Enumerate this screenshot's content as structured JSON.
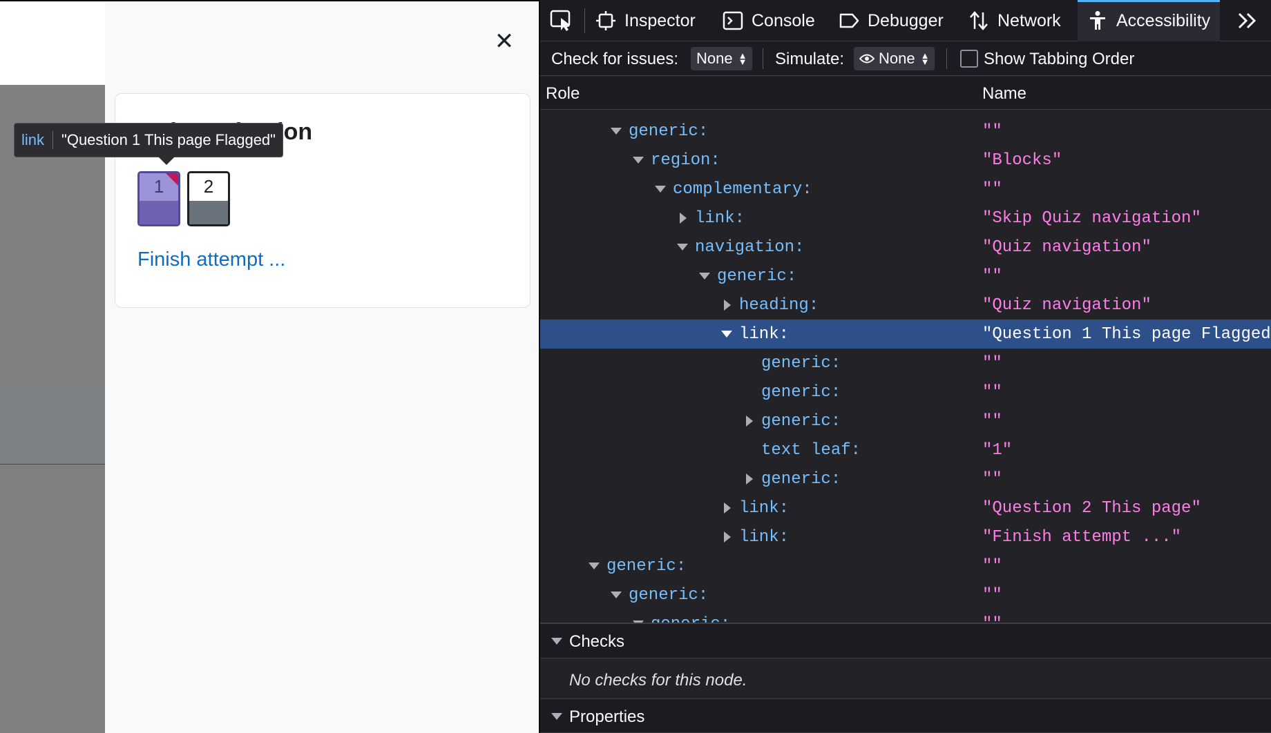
{
  "page": {
    "close_icon": "close-icon",
    "nav_card_title": "Quiz navigation",
    "questions": [
      {
        "number": "1",
        "flagged": true
      },
      {
        "number": "2",
        "flagged": false
      }
    ],
    "finish_link": "Finish attempt ...",
    "tooltip": {
      "role": "link",
      "name": "\"Question 1 This page Flagged\""
    }
  },
  "devtools": {
    "tabs": [
      {
        "label": "Inspector",
        "icon": "inspector-icon"
      },
      {
        "label": "Console",
        "icon": "console-icon"
      },
      {
        "label": "Debugger",
        "icon": "debugger-icon"
      },
      {
        "label": "Network",
        "icon": "network-icon"
      },
      {
        "label": "Accessibility",
        "icon": "accessibility-icon",
        "selected": true
      }
    ],
    "overflow_icon": "chevron-double-right-icon",
    "toolbar": {
      "check_label": "Check for issues:",
      "check_value": "None",
      "simulate_label": "Simulate:",
      "simulate_value": "None",
      "tabbing_label": "Show Tabbing Order"
    },
    "columns": {
      "role": "Role",
      "name": "Name"
    },
    "tree": [
      {
        "role": "generic:",
        "name": "",
        "level": 4,
        "twisty": "open",
        "partial": true
      },
      {
        "role": "generic:",
        "name": "\"\"",
        "level": 4,
        "twisty": "open"
      },
      {
        "role": "region:",
        "name": "\"Blocks\"",
        "level": 5,
        "twisty": "open"
      },
      {
        "role": "complementary:",
        "name": "\"\"",
        "level": 6,
        "twisty": "open"
      },
      {
        "role": "link:",
        "name": "\"Skip Quiz navigation\"",
        "level": 7,
        "twisty": "closed"
      },
      {
        "role": "navigation:",
        "name": "\"Quiz navigation\"",
        "level": 7,
        "twisty": "open"
      },
      {
        "role": "generic:",
        "name": "\"\"",
        "level": 8,
        "twisty": "open"
      },
      {
        "role": "heading:",
        "name": "\"Quiz navigation\"",
        "level": 9,
        "twisty": "closed"
      },
      {
        "role": "link:",
        "name": "\"Question 1 This page Flagged\"",
        "level": 9,
        "twisty": "open",
        "selected": true
      },
      {
        "role": "generic:",
        "name": "\"\"",
        "level": 10,
        "twisty": "none"
      },
      {
        "role": "generic:",
        "name": "\"\"",
        "level": 10,
        "twisty": "none"
      },
      {
        "role": "generic:",
        "name": "\"\"",
        "level": 10,
        "twisty": "closed"
      },
      {
        "role": "text leaf:",
        "name": "\"1\"",
        "level": 10,
        "twisty": "none"
      },
      {
        "role": "generic:",
        "name": "\"\"",
        "level": 10,
        "twisty": "closed"
      },
      {
        "role": "link:",
        "name": "\"Question 2 This page\"",
        "level": 9,
        "twisty": "closed"
      },
      {
        "role": "link:",
        "name": "\"Finish attempt ...\"",
        "level": 9,
        "twisty": "closed"
      },
      {
        "role": "generic:",
        "name": "\"\"",
        "level": 3,
        "twisty": "open"
      },
      {
        "role": "generic:",
        "name": "\"\"",
        "level": 4,
        "twisty": "open"
      },
      {
        "role": "generic:",
        "name": "\"\"",
        "level": 5,
        "twisty": "open",
        "partial": true
      }
    ],
    "checks": {
      "title": "Checks",
      "empty": "No checks for this node."
    },
    "properties": {
      "title": "Properties"
    }
  }
}
